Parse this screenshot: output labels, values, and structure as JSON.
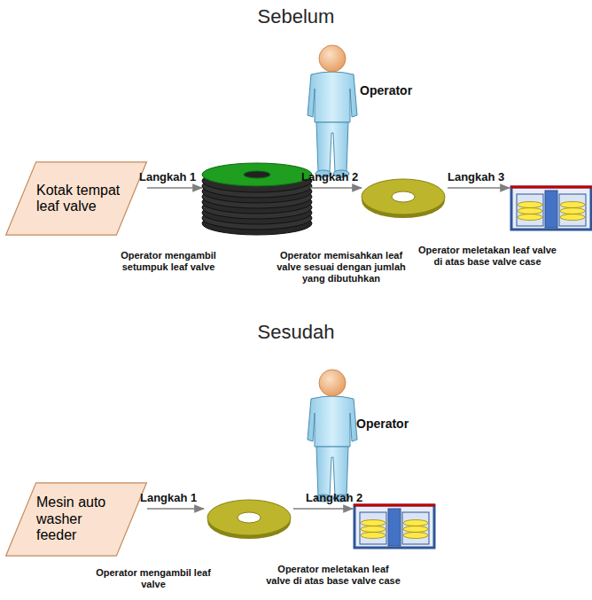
{
  "diagram": {
    "nodes": [
      {
        "text": [
          "Kotak tempat leaf valve"
        ]
      },
      {
        "text": [
          "Mesin auto washer feeder"
        ]
      }
    ],
    "labels": [
      "Sebelum",
      "Operator",
      "Langkah 1",
      "Langkah 2",
      "Langkah 3",
      "Operator mengambil setumpuk leaf valve",
      "Operator memisahkan leaf valve sesuai dengan jumlah yang dibutuhkan",
      "Operator meletakan leaf valve di atas base valve case",
      "Sesudah",
      "Operator",
      "Langkah 1",
      "Langkah 2",
      "Operator mengambil leaf valve",
      "Operator meletakan leaf valve di atas base valve case"
    ]
  }
}
